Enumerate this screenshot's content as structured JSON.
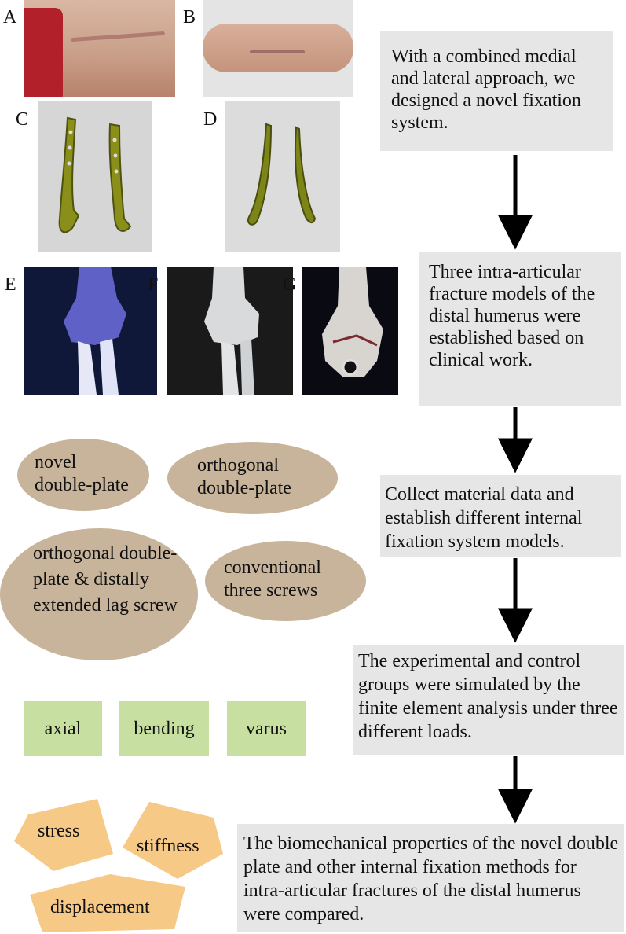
{
  "panels": {
    "A": "A",
    "B": "B",
    "C": "C",
    "D": "D",
    "E": "E",
    "F": "F",
    "G": "G"
  },
  "flow_steps": [
    "With a combined medial and lateral approach, we designed a novel fixation system.",
    "Three intra-articular fracture models of the distal humerus were established based on clinical work.",
    "Collect material data and establish different internal fixation system models.",
    "The experimental and control groups were simulated by the finite element analysis under three different loads.",
    "The biomechanical properties of the novel double plate and other internal fixation methods for intra-articular fractures of the distal humerus were compared."
  ],
  "fixation_methods": [
    "novel double-plate",
    "orthogonal double-plate",
    "orthogonal double-plate & distally extended lag screw",
    "conventional three screws"
  ],
  "loads": [
    "axial",
    "bending",
    "varus"
  ],
  "outcomes": [
    "stress",
    "stiffness",
    "displacement"
  ],
  "colors": {
    "step_box": "#e6e6e6",
    "method_ellipse": "#c8b49a",
    "load_box": "#c7dfa0",
    "outcome_polygon": "#f7c987"
  }
}
